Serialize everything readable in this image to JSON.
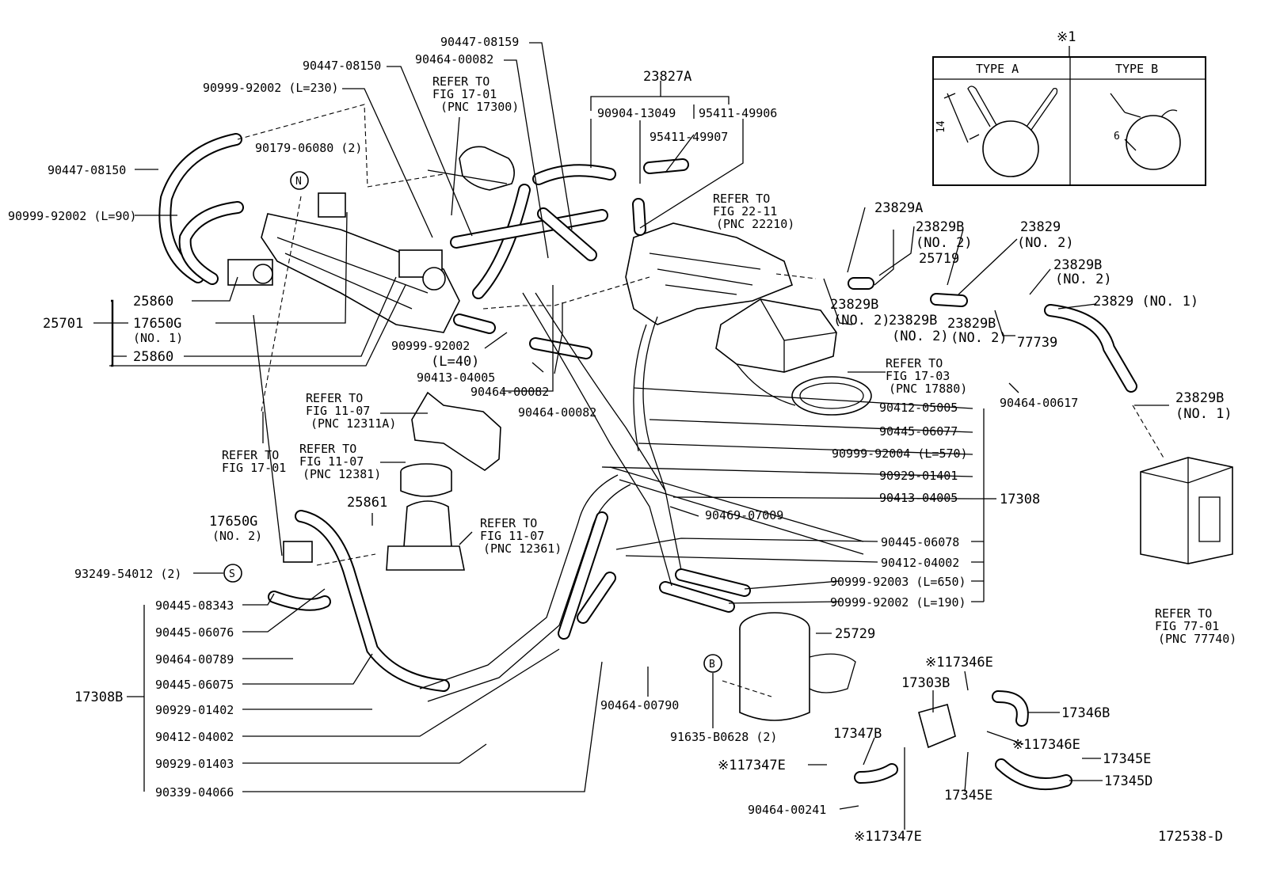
{
  "detail_box": {
    "marker": "※1",
    "type_a": "TYPE A",
    "type_b": "TYPE B",
    "dim_a": "14",
    "dim_b": "6"
  },
  "diagram_id": "172538-D",
  "circle_marks": {
    "n": "N",
    "s": "S",
    "b": "B"
  },
  "labels": {
    "p90447_08159": "90447-08159",
    "p90464_00082_top": "90464-00082",
    "p90447_08150_top": "90447-08150",
    "refer_17_01_a": "REFER TO",
    "refer_17_01_b": "FIG 17-01",
    "refer_17_01_c": "(PNC 17300)",
    "p90999_92002_230": "90999-92002 (L=230)",
    "p23827A": "23827A",
    "p90904_13049": "90904-13049",
    "p95411_49906": "95411-49906",
    "p95411_49907": "95411-49907",
    "p90179_06080": "90179-06080 (2)",
    "p90447_08150_left": "90447-08150",
    "p90999_92002_90": "90999-92002 (L=90)",
    "refer_22_11_a": "REFER TO",
    "refer_22_11_b": "FIG 22-11",
    "refer_22_11_c": "(PNC 22210)",
    "p23829A": "23829A",
    "p23829B_a": "23829B",
    "p23829B_a2": "(NO. 2)",
    "p23829_a": "23829",
    "p23829_a2": "(NO. 2)",
    "p25719": "25719",
    "p23829B_b": "23829B",
    "p23829B_b2": "(NO. 2)",
    "p23829B_c": "23829B",
    "p23829B_c2": "(NO. 2)",
    "p23829B_d": "23829B",
    "p23829B_d2": "(NO. 2)",
    "p23829B_e": "23829B",
    "p23829B_e2": "(NO. 2)",
    "p23829_no1": "23829 (NO. 1)",
    "p77739": "77739",
    "p23829B_no1": "23829B",
    "p23829B_no1b": "(NO. 1)",
    "p25860_a": "25860",
    "p25701": "25701",
    "p17650G_no1": "17650G",
    "p17650G_no1b": "(NO. 1)",
    "p25860_b": "25860",
    "p90999_92002_40a": "90999-92002",
    "p90999_92002_40b": "(L=40)",
    "p90413_04005_a": "90413-04005",
    "p90464_00082_b": "90464-00082",
    "p90464_00082_c": "90464-00082",
    "refer_17_03_a": "REFER TO",
    "refer_17_03_b": "FIG 17-03",
    "refer_17_03_c": "(PNC 17880)",
    "p90464_00617": "90464-00617",
    "refer_12311_a": "REFER TO",
    "refer_12311_b": "FIG 11-07",
    "refer_12311_c": "(PNC 12311A)",
    "refer_17_01b_a": "REFER TO",
    "refer_17_01b_b": "FIG 17-01",
    "refer_12381_a": "REFER TO",
    "refer_12381_b": "FIG 11-07",
    "refer_12381_c": "(PNC 12381)",
    "p90412_05005": "90412-05005",
    "p90445_06077": "90445-06077",
    "p90999_92004": "90999-92004 (L=570)",
    "p90929_01401": "90929-01401",
    "p90413_04005_b": "90413-04005",
    "p17308": "17308",
    "p90469_07009": "90469-07009",
    "p25861": "25861",
    "p17650G_no2": "17650G",
    "p17650G_no2b": "(NO. 2)",
    "refer_12361_a": "REFER TO",
    "refer_12361_b": "FIG 11-07",
    "refer_12361_c": "(PNC 12361)",
    "p93249_54012": "93249-54012 (2)",
    "p90445_06078": "90445-06078",
    "p90412_04002_r": "90412-04002",
    "p90999_92003": "90999-92003 (L=650)",
    "p90999_92002_190": "90999-92002 (L=190)",
    "refer_77_01_a": "REFER TO",
    "refer_77_01_b": "FIG 77-01",
    "refer_77_01_c": "(PNC 77740)",
    "p90445_08343": "90445-08343",
    "p90445_06076": "90445-06076",
    "p90464_00789": "90464-00789",
    "p90445_06075": "90445-06075",
    "p17308B": "17308B",
    "p90929_01402": "90929-01402",
    "p90412_04002_l": "90412-04002",
    "p90929_01403": "90929-01403",
    "p90339_04066": "90339-04066",
    "p25729": "25729",
    "p90464_00790": "90464-00790",
    "p91635_B0628": "91635-B0628 (2)",
    "p117346E_a": "※117346E",
    "p17303B": "17303B",
    "p17346B": "17346B",
    "p17347B": "17347B",
    "p117346E_b": "※117346E",
    "p117347E_a": "※117347E",
    "p17345E_a": "17345E",
    "p17345E_b": "17345E",
    "p17345D": "17345D",
    "p90464_00241": "90464-00241",
    "p117347E_b": "※117347E"
  }
}
